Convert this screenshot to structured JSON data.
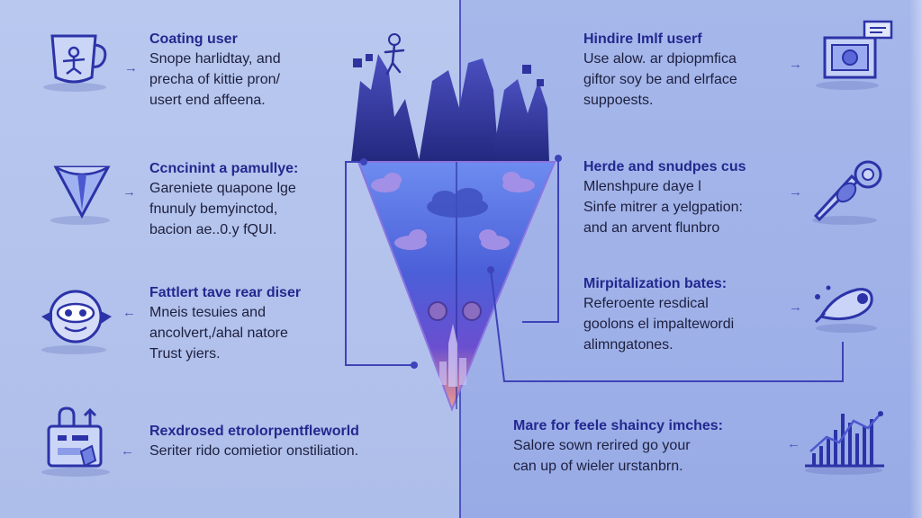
{
  "left_items": [
    {
      "title": "Coating user",
      "lines": [
        "Snope harlidtay, and",
        "precha of kittie pron/",
        "usert end affeena."
      ]
    },
    {
      "title": "Ccncinint a pamullye:",
      "lines": [
        "Gareniete quapone lge",
        "fnunuly bemyinctod,",
        "bacion ae..0.y  fQUI."
      ]
    },
    {
      "title": "Fattlert tave rear diser",
      "lines": [
        "Mneis tesuies and",
        "ancolvert,/ahal natore",
        "Trust yiers."
      ]
    },
    {
      "title": "Rexdrosed etrolorpentfleworld",
      "lines": [
        "Seriter rido comietior onstiliation."
      ]
    }
  ],
  "right_items": [
    {
      "title": "Hindire Imlf userf",
      "lines": [
        "Use alow. ar dpiopmfica",
        "giftor soy be and elrface",
        "suppoests."
      ]
    },
    {
      "title": "Herde and snudpes cus",
      "lines": [
        "Mlenshpure daye l",
        "Sinfe mitrer a yelgpation:",
        "and an arvent flunbro"
      ]
    },
    {
      "title": "Mirpitalization bates:",
      "lines": [
        "Referoente resdical",
        "goolons el impaltewordi",
        "alimngatones."
      ]
    },
    {
      "title": "Mare for feele shaincy imches:",
      "lines": [
        "Salore sown rerired go your",
        "can up of wieler urstanbrn."
      ]
    }
  ],
  "arrows": {
    "right": "→",
    "left": "←"
  },
  "icons": {
    "left": [
      "cup-person-icon",
      "cone-stack-icon",
      "face-hand-icon",
      "lock-device-icon"
    ],
    "right": [
      "monitor-icon",
      "key-pen-icon",
      "satellite-icon",
      "bar-chart-icon"
    ],
    "center": "funnel-cloud-illustration"
  },
  "colors": {
    "accent": "#2c33a8",
    "title": "#23288f",
    "text": "#1d1f3e",
    "line": "#3d43b8"
  }
}
